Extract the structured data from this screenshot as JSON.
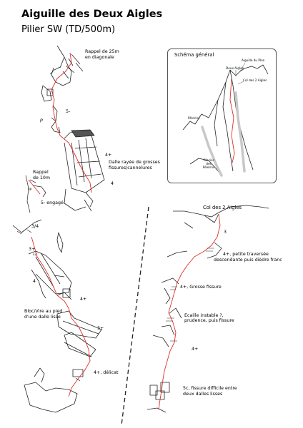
{
  "title": "Aiguille des Deux Aigles",
  "subtitle": "Pilier SW (TD/500m)",
  "inset": {
    "title": "Schéma général",
    "aiguille_du_plan": "Aiguille du Plan",
    "deux_aigles": "Deux Aigles",
    "col_2_aigles": "Col des 2 Aigles",
    "pelerins": "Pèlerins",
    "glacier": "Glacier des Pèlerins"
  },
  "left_notes": {
    "rappel_25": [
      "Rappel de 25m",
      "en diagonale"
    ],
    "grade_5minus": "5-",
    "piton_mark": "p",
    "grade_4plus_top": "4+",
    "dalle": [
      "Dalle rayée de grosses",
      "fissures/cannelures"
    ],
    "grade_4_mid": "4",
    "rappel_10": [
      "Rappel",
      "de 10m"
    ],
    "rp_mark": "RP",
    "grade_5minus_engage": "5- engagé",
    "grade_3_4": "3/4",
    "grade_3plus": "3+",
    "x2_mark": "x2",
    "grade_4_low": "4",
    "grade_4plus_low": "4+",
    "bloc": [
      "Bloc/Vire au pied",
      "d'une dalle lisse"
    ],
    "grade_3plus_low": "3+",
    "delicat": "4+, délicat"
  },
  "right_notes": {
    "col_2_aigles": "Col des 2 Aigles",
    "grade_3": "3",
    "traversee": [
      "4+, petite traversée",
      "descendante puis dièdre franc"
    ],
    "grosse_fissure": "4+, Grosse fissure",
    "ecaille_a": "Ecaille instable ?,",
    "ecaille_b": "prudence, puis fissure",
    "grade_4plus": "4+",
    "fissure_difficile": [
      "5c, fissure difficile entre",
      "deux dalles lisses"
    ]
  },
  "colors": {
    "route": "#e0302a",
    "rock": "#222222",
    "snow_band": "#c8c8c8",
    "dark_block": "#555555"
  }
}
